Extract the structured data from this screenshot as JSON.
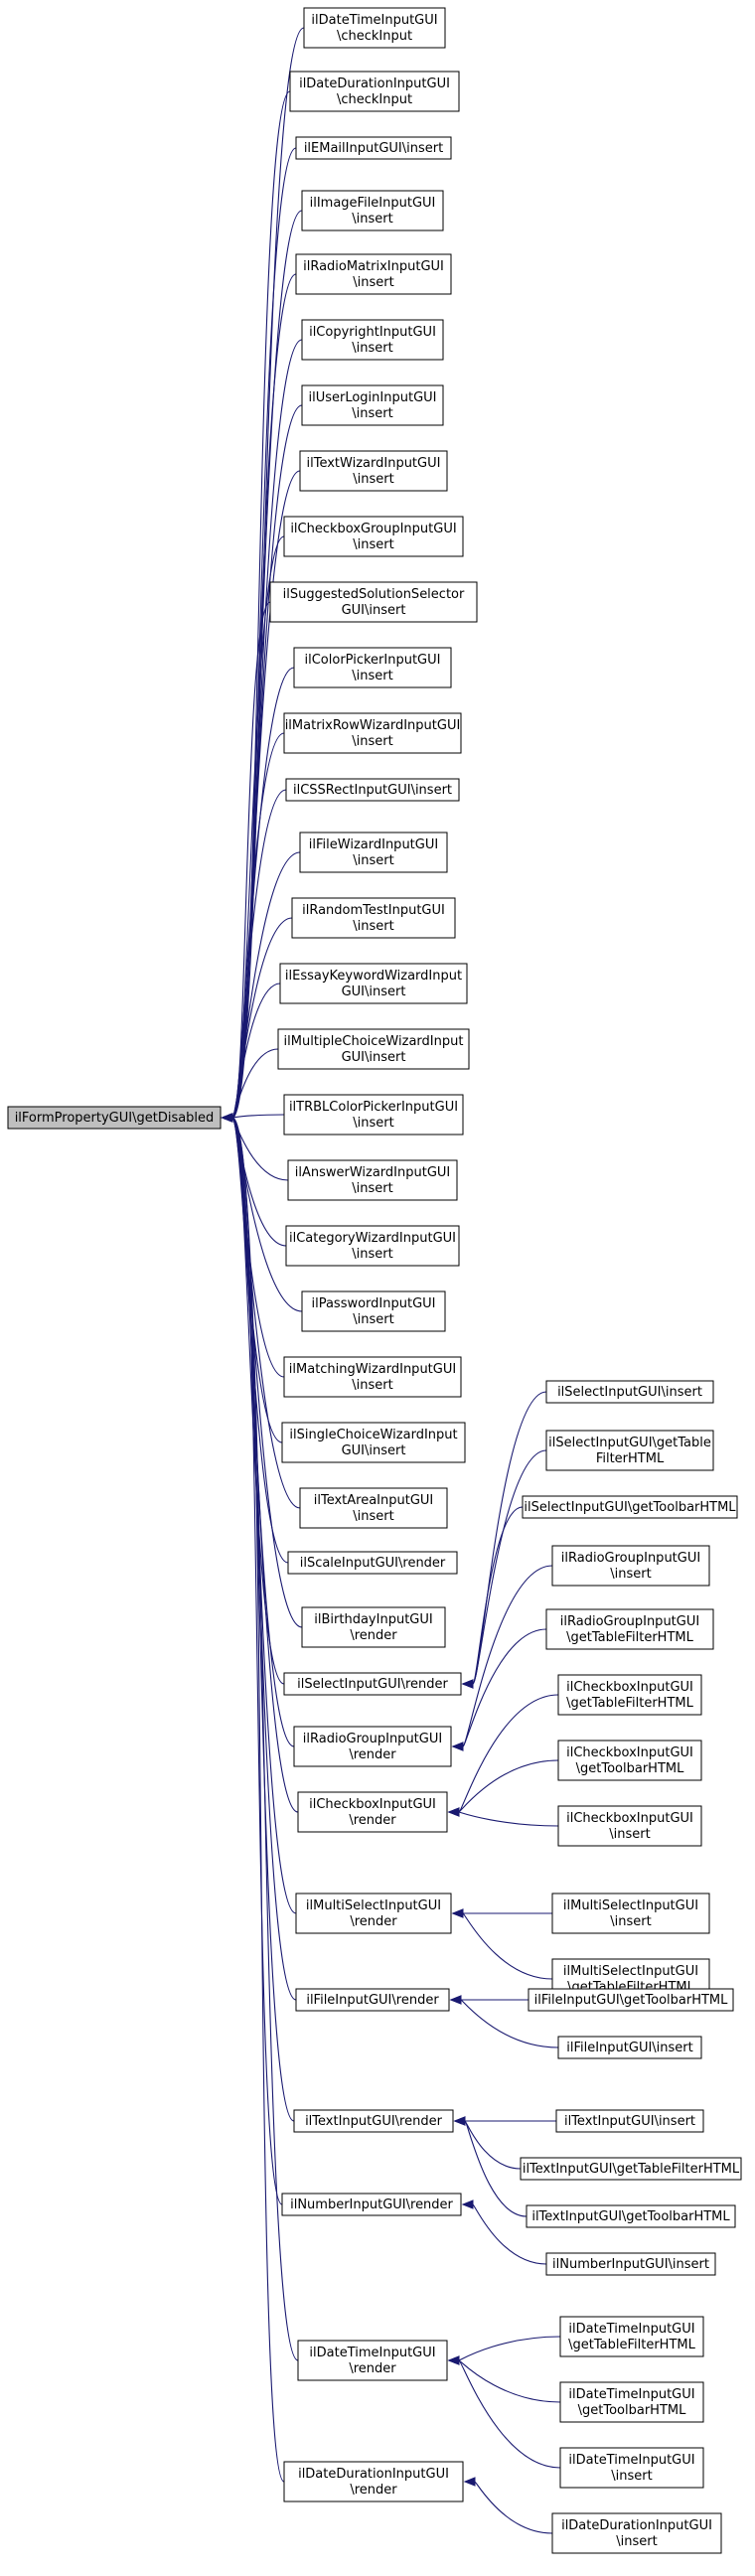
{
  "diagram": {
    "type": "call-graph",
    "root": "ilFormPropertyGUI\\getDisabled",
    "edge_color": "#191970",
    "root_fill": "#bfbfbf",
    "nodes": [
      {
        "id": "root",
        "lines": [
          "ilFormPropertyGUI\\getDisabled"
        ]
      },
      {
        "id": "n1",
        "lines": [
          "ilDateTimeInputGUI",
          "\\checkInput"
        ]
      },
      {
        "id": "n2",
        "lines": [
          "ilDateDurationInputGUI",
          "\\checkInput"
        ]
      },
      {
        "id": "n3",
        "lines": [
          "ilEMailInputGUI\\insert"
        ]
      },
      {
        "id": "n4",
        "lines": [
          "ilImageFileInputGUI",
          "\\insert"
        ]
      },
      {
        "id": "n5",
        "lines": [
          "ilRadioMatrixInputGUI",
          "\\insert"
        ]
      },
      {
        "id": "n6",
        "lines": [
          "ilCopyrightInputGUI",
          "\\insert"
        ]
      },
      {
        "id": "n7",
        "lines": [
          "ilUserLoginInputGUI",
          "\\insert"
        ]
      },
      {
        "id": "n8",
        "lines": [
          "ilTextWizardInputGUI",
          "\\insert"
        ]
      },
      {
        "id": "n9",
        "lines": [
          "ilCheckboxGroupInputGUI",
          "\\insert"
        ]
      },
      {
        "id": "n10",
        "lines": [
          "ilSuggestedSolutionSelector",
          "GUI\\insert"
        ]
      },
      {
        "id": "n11",
        "lines": [
          "ilColorPickerInputGUI",
          "\\insert"
        ]
      },
      {
        "id": "n12",
        "lines": [
          "ilMatrixRowWizardInputGUI",
          "\\insert"
        ]
      },
      {
        "id": "n13",
        "lines": [
          "ilCSSRectInputGUI\\insert"
        ]
      },
      {
        "id": "n14",
        "lines": [
          "ilFileWizardInputGUI",
          "\\insert"
        ]
      },
      {
        "id": "n15",
        "lines": [
          "ilRandomTestInputGUI",
          "\\insert"
        ]
      },
      {
        "id": "n16",
        "lines": [
          "ilEssayKeywordWizardInput",
          "GUI\\insert"
        ]
      },
      {
        "id": "n17",
        "lines": [
          "ilMultipleChoiceWizardInput",
          "GUI\\insert"
        ]
      },
      {
        "id": "n18",
        "lines": [
          "ilTRBLColorPickerInputGUI",
          "\\insert"
        ]
      },
      {
        "id": "n19",
        "lines": [
          "ilAnswerWizardInputGUI",
          "\\insert"
        ]
      },
      {
        "id": "n20",
        "lines": [
          "ilCategoryWizardInputGUI",
          "\\insert"
        ]
      },
      {
        "id": "n21",
        "lines": [
          "ilPasswordInputGUI",
          "\\insert"
        ]
      },
      {
        "id": "n22",
        "lines": [
          "ilMatchingWizardInputGUI",
          "\\insert"
        ]
      },
      {
        "id": "n23",
        "lines": [
          "ilSingleChoiceWizardInput",
          "GUI\\insert"
        ]
      },
      {
        "id": "n24",
        "lines": [
          "ilTextAreaInputGUI",
          "\\insert"
        ]
      },
      {
        "id": "n25",
        "lines": [
          "ilScaleInputGUI\\render"
        ]
      },
      {
        "id": "n26",
        "lines": [
          "ilBirthdayInputGUI",
          "\\render"
        ]
      },
      {
        "id": "n27",
        "lines": [
          "ilSelectInputGUI\\render"
        ]
      },
      {
        "id": "n28",
        "lines": [
          "ilRadioGroupInputGUI",
          "\\render"
        ]
      },
      {
        "id": "n29",
        "lines": [
          "ilCheckboxInputGUI",
          "\\render"
        ]
      },
      {
        "id": "n30",
        "lines": [
          "ilMultiSelectInputGUI",
          "\\render"
        ]
      },
      {
        "id": "n31",
        "lines": [
          "ilFileInputGUI\\render"
        ]
      },
      {
        "id": "n32",
        "lines": [
          "ilTextInputGUI\\render"
        ]
      },
      {
        "id": "n33",
        "lines": [
          "ilNumberInputGUI\\render"
        ]
      },
      {
        "id": "n34",
        "lines": [
          "ilDateTimeInputGUI",
          "\\render"
        ]
      },
      {
        "id": "n35",
        "lines": [
          "ilDateDurationInputGUI",
          "\\render"
        ]
      },
      {
        "id": "s1",
        "lines": [
          "ilSelectInputGUI\\insert"
        ]
      },
      {
        "id": "s2",
        "lines": [
          "ilSelectInputGUI\\getTable",
          "FilterHTML"
        ]
      },
      {
        "id": "s3",
        "lines": [
          "ilSelectInputGUI\\getToolbarHTML"
        ]
      },
      {
        "id": "r1",
        "lines": [
          "ilRadioGroupInputGUI",
          "\\insert"
        ]
      },
      {
        "id": "r2",
        "lines": [
          "ilRadioGroupInputGUI",
          "\\getTableFilterHTML"
        ]
      },
      {
        "id": "c1",
        "lines": [
          "ilCheckboxInputGUI",
          "\\getTableFilterHTML"
        ]
      },
      {
        "id": "c2",
        "lines": [
          "ilCheckboxInputGUI",
          "\\getToolbarHTML"
        ]
      },
      {
        "id": "c3",
        "lines": [
          "ilCheckboxInputGUI",
          "\\insert"
        ]
      },
      {
        "id": "m1",
        "lines": [
          "ilMultiSelectInputGUI",
          "\\insert"
        ]
      },
      {
        "id": "m2",
        "lines": [
          "ilMultiSelectInputGUI",
          "\\getTableFilterHTML"
        ]
      },
      {
        "id": "f1",
        "lines": [
          "ilFileInputGUI\\getToolbarHTML"
        ]
      },
      {
        "id": "f2",
        "lines": [
          "ilFileInputGUI\\insert"
        ]
      },
      {
        "id": "t1",
        "lines": [
          "ilTextInputGUI\\insert"
        ]
      },
      {
        "id": "t2",
        "lines": [
          "ilTextInputGUI\\getTableFilterHTML"
        ]
      },
      {
        "id": "t3",
        "lines": [
          "ilTextInputGUI\\getToolbarHTML"
        ]
      },
      {
        "id": "u1",
        "lines": [
          "ilNumberInputGUI\\insert"
        ]
      },
      {
        "id": "d1",
        "lines": [
          "ilDateTimeInputGUI",
          "\\getTableFilterHTML"
        ]
      },
      {
        "id": "d2",
        "lines": [
          "ilDateTimeInputGUI",
          "\\getToolbarHTML"
        ]
      },
      {
        "id": "d3",
        "lines": [
          "ilDateTimeInputGUI",
          "\\insert"
        ]
      },
      {
        "id": "e1",
        "lines": [
          "ilDateDurationInputGUI",
          "\\insert"
        ]
      }
    ],
    "edges": [
      [
        "n1",
        "root"
      ],
      [
        "n2",
        "root"
      ],
      [
        "n3",
        "root"
      ],
      [
        "n4",
        "root"
      ],
      [
        "n5",
        "root"
      ],
      [
        "n6",
        "root"
      ],
      [
        "n7",
        "root"
      ],
      [
        "n8",
        "root"
      ],
      [
        "n9",
        "root"
      ],
      [
        "n10",
        "root"
      ],
      [
        "n11",
        "root"
      ],
      [
        "n12",
        "root"
      ],
      [
        "n13",
        "root"
      ],
      [
        "n14",
        "root"
      ],
      [
        "n15",
        "root"
      ],
      [
        "n16",
        "root"
      ],
      [
        "n17",
        "root"
      ],
      [
        "n18",
        "root"
      ],
      [
        "n19",
        "root"
      ],
      [
        "n20",
        "root"
      ],
      [
        "n21",
        "root"
      ],
      [
        "n22",
        "root"
      ],
      [
        "n23",
        "root"
      ],
      [
        "n24",
        "root"
      ],
      [
        "n25",
        "root"
      ],
      [
        "n26",
        "root"
      ],
      [
        "n27",
        "root"
      ],
      [
        "n28",
        "root"
      ],
      [
        "n29",
        "root"
      ],
      [
        "n30",
        "root"
      ],
      [
        "n31",
        "root"
      ],
      [
        "n32",
        "root"
      ],
      [
        "n33",
        "root"
      ],
      [
        "n34",
        "root"
      ],
      [
        "n35",
        "root"
      ],
      [
        "s1",
        "n27"
      ],
      [
        "s2",
        "n27"
      ],
      [
        "s3",
        "n27"
      ],
      [
        "r1",
        "n28"
      ],
      [
        "r2",
        "n28"
      ],
      [
        "c1",
        "n29"
      ],
      [
        "c2",
        "n29"
      ],
      [
        "c3",
        "n29"
      ],
      [
        "m1",
        "n30"
      ],
      [
        "m2",
        "n30"
      ],
      [
        "f1",
        "n31"
      ],
      [
        "f2",
        "n31"
      ],
      [
        "t1",
        "n32"
      ],
      [
        "t2",
        "n32"
      ],
      [
        "t3",
        "n32"
      ],
      [
        "u1",
        "n33"
      ],
      [
        "d1",
        "n34"
      ],
      [
        "d2",
        "n34"
      ],
      [
        "d3",
        "n34"
      ],
      [
        "e1",
        "n35"
      ]
    ]
  }
}
